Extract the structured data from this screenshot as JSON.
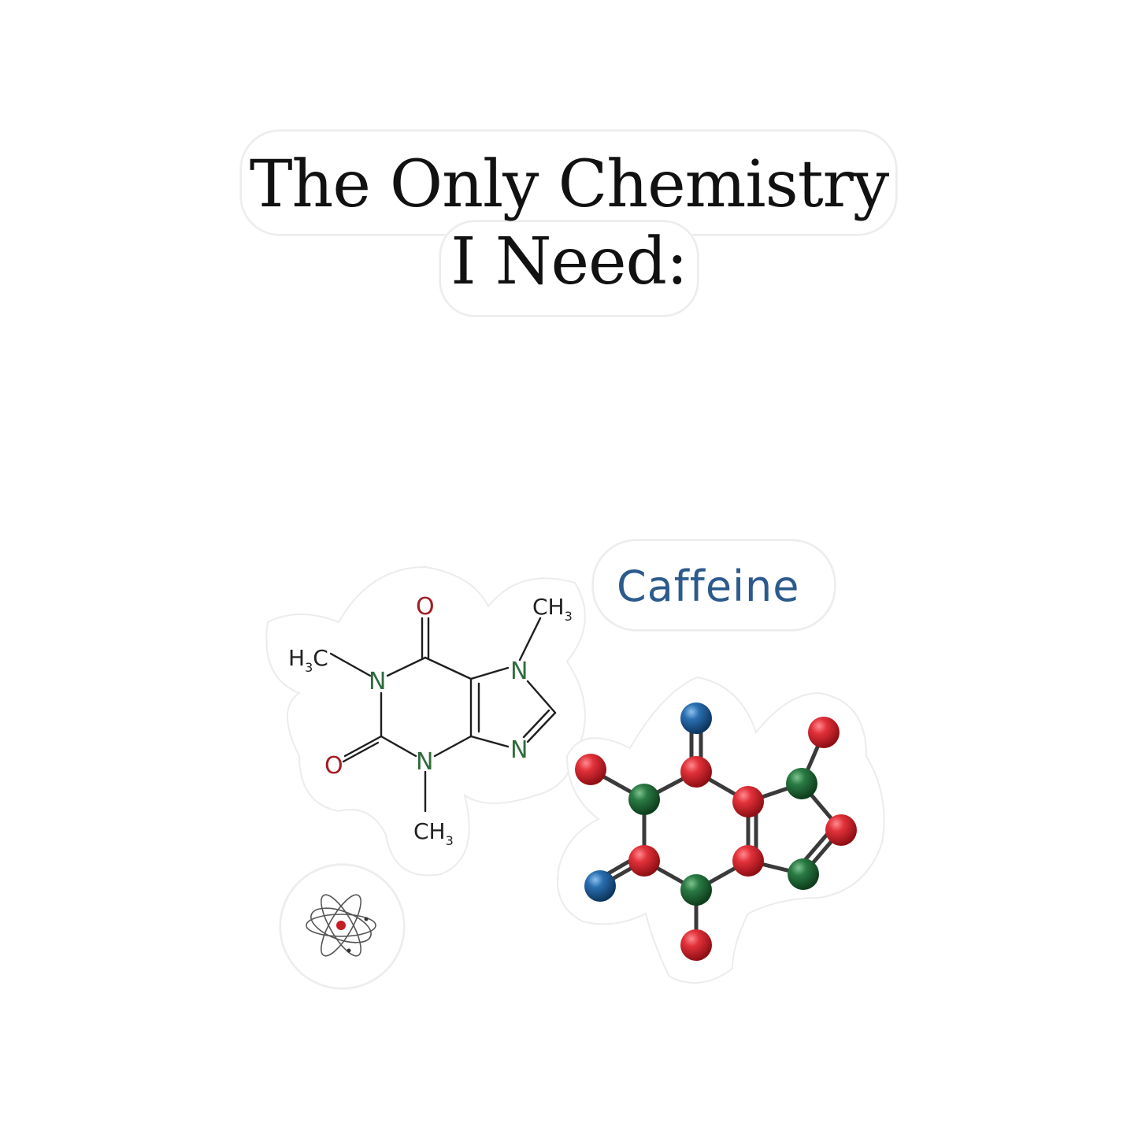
{
  "title": {
    "line1": "The Only Chemistry",
    "line2": "I Need:"
  },
  "caption": "Caffeine",
  "structure_labels": {
    "o_top": "O",
    "o_left": "O",
    "ch3_topright": "CH",
    "ch3_topright_sub": "3",
    "h3c_left": "H",
    "h3c_left_sub": "3",
    "h3c_left_c": "C",
    "ch3_bottom": "CH",
    "ch3_bottom_sub": "3",
    "n1": "N",
    "n3": "N",
    "n7": "N",
    "n9": "N"
  },
  "colors": {
    "oxygen": "#a31d24",
    "nitrogen": "#2f6b3a",
    "bond": "#1e1e1e",
    "caption": "#2c5a8c",
    "ball_red": "#d4202a",
    "ball_green": "#1f6b36",
    "ball_blue": "#1e5f9c"
  },
  "icons": {
    "atom": "atom-icon",
    "skeletal": "caffeine-skeletal-formula",
    "ball_stick": "caffeine-ball-and-stick-model"
  }
}
